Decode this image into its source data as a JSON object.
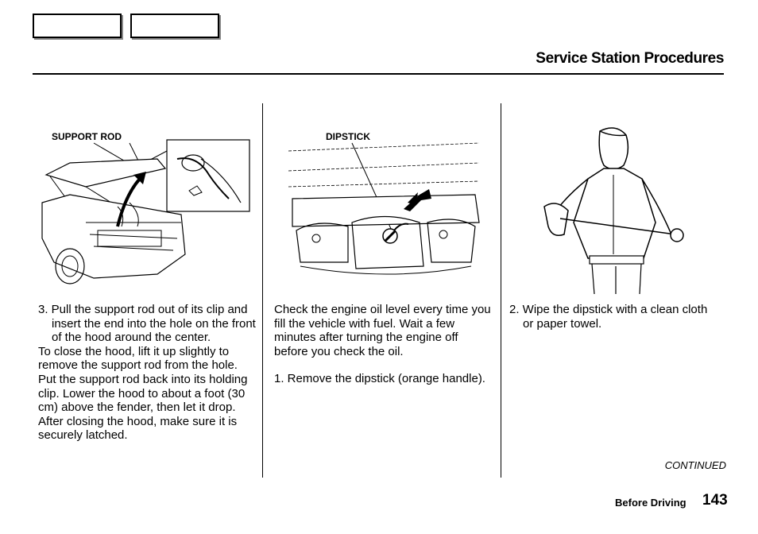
{
  "header": {
    "title": "Service Station Procedures"
  },
  "columns": {
    "col1": {
      "callout": "SUPPORT ROD",
      "step": "3. Pull the support rod out of its clip and insert the end into the hole on the front of the hood around the center.",
      "para1": "To close the hood, lift it up slightly to remove the support rod from the hole. Put the support rod back into its holding clip. Lower the hood to about a foot (30 cm) above the fender, then let it drop.",
      "para2": "After closing the hood, make sure it is securely latched."
    },
    "col2": {
      "callout": "DIPSTICK",
      "para1": "Check the engine oil level every time you fill the vehicle with fuel. Wait a few minutes after turning the engine off before you check the oil.",
      "step": "1. Remove the dipstick (orange handle)."
    },
    "col3": {
      "step": "2. Wipe the dipstick with a clean cloth or paper towel."
    }
  },
  "continued": "CONTINUED",
  "footer": {
    "section": "Before Driving",
    "page": "143"
  }
}
